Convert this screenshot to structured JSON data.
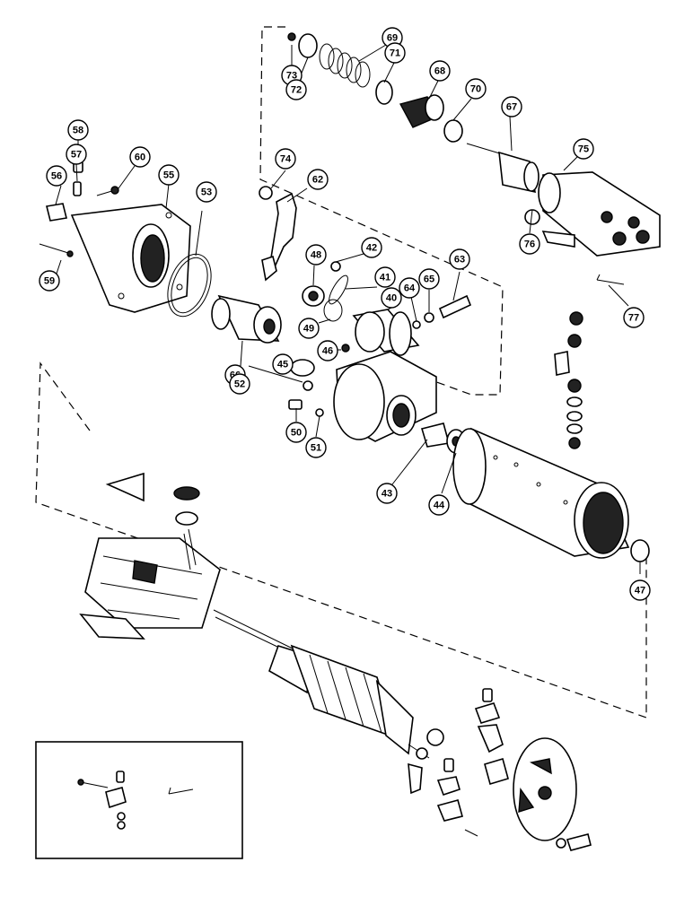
{
  "callouts": [
    {
      "id": "c73",
      "label": "73"
    },
    {
      "id": "c72",
      "label": "72"
    },
    {
      "id": "c69",
      "label": "69"
    },
    {
      "id": "c71",
      "label": "71"
    },
    {
      "id": "c68",
      "label": "68"
    },
    {
      "id": "c70",
      "label": "70"
    },
    {
      "id": "c67",
      "label": "67"
    },
    {
      "id": "c75",
      "label": "75"
    },
    {
      "id": "c58",
      "label": "58"
    },
    {
      "id": "c57",
      "label": "57"
    },
    {
      "id": "c56",
      "label": "56"
    },
    {
      "id": "c60",
      "label": "60"
    },
    {
      "id": "c55",
      "label": "55"
    },
    {
      "id": "c53",
      "label": "53"
    },
    {
      "id": "c74",
      "label": "74"
    },
    {
      "id": "c62",
      "label": "62"
    },
    {
      "id": "c76",
      "label": "76"
    },
    {
      "id": "c42",
      "label": "42"
    },
    {
      "id": "c48",
      "label": "48"
    },
    {
      "id": "c41",
      "label": "41"
    },
    {
      "id": "c63",
      "label": "63"
    },
    {
      "id": "c59",
      "label": "59"
    },
    {
      "id": "c40",
      "label": "40"
    },
    {
      "id": "c64",
      "label": "64"
    },
    {
      "id": "c65",
      "label": "65"
    },
    {
      "id": "c77",
      "label": "77"
    },
    {
      "id": "c49",
      "label": "49"
    },
    {
      "id": "c46",
      "label": "46"
    },
    {
      "id": "c45",
      "label": "45"
    },
    {
      "id": "c66",
      "label": "66"
    },
    {
      "id": "c52",
      "label": "52"
    },
    {
      "id": "c50",
      "label": "50"
    },
    {
      "id": "c51",
      "label": "51"
    },
    {
      "id": "c43",
      "label": "43"
    },
    {
      "id": "c44",
      "label": "44"
    },
    {
      "id": "c47",
      "label": "47"
    }
  ]
}
